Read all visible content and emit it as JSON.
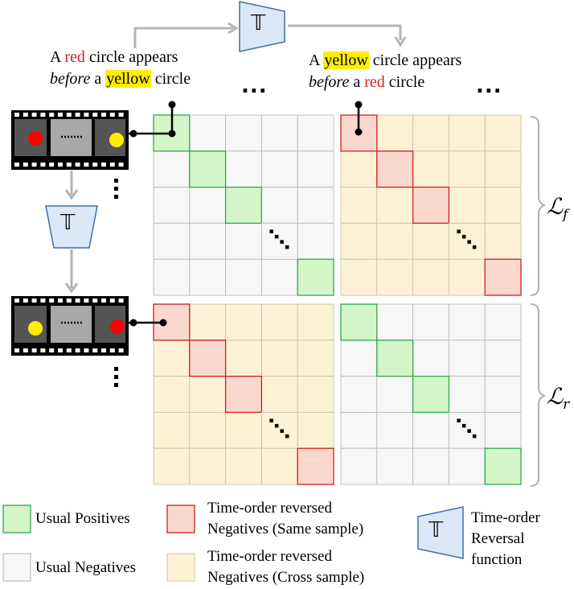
{
  "captions": {
    "left": {
      "w1": "A",
      "red_word": "red",
      "w2": "circle appears",
      "before": "before",
      "w3": "a",
      "yellow_word": "yellow",
      "w4": "circle"
    },
    "right": {
      "w1": "A",
      "yellow_word": "yellow",
      "w2": "circle appears",
      "before": "before",
      "w3": "a",
      "red_word": "red",
      "w4": "circle"
    }
  },
  "ellipsis": "...",
  "reversal_symbol": "𝕋",
  "loss_labels": {
    "forward": "ℒf",
    "forward_base": "ℒ",
    "forward_sub": "f",
    "reverse_base": "ℒ",
    "reverse_sub": "r"
  },
  "legend": {
    "usual_positives": "Usual Positives",
    "usual_negatives": "Usual Negatives",
    "same_sample_line1": "Time-order reversed",
    "same_sample_line2": "Negatives (Same sample)",
    "cross_sample_line1": "Time-order reversed",
    "cross_sample_line2": "Negatives (Cross sample)",
    "reversal_line1": "Time-order",
    "reversal_line2": "Reversal",
    "reversal_line3": "function"
  },
  "colors": {
    "positive_fill": "#d4f5c8",
    "positive_border": "#2ea84a",
    "negative_fill": "#f7f7f7",
    "negative_border": "#b8b8b8",
    "same_fill": "#fbd8cd",
    "same_border": "#cc2020",
    "cross_fill": "#fdf2d6",
    "cross_border": "#c8bfa8",
    "module_fill": "#dbe8f7",
    "module_border": "#3f6fa8",
    "red_circle": "#ff0000",
    "yellow_circle": "#ffee00"
  }
}
